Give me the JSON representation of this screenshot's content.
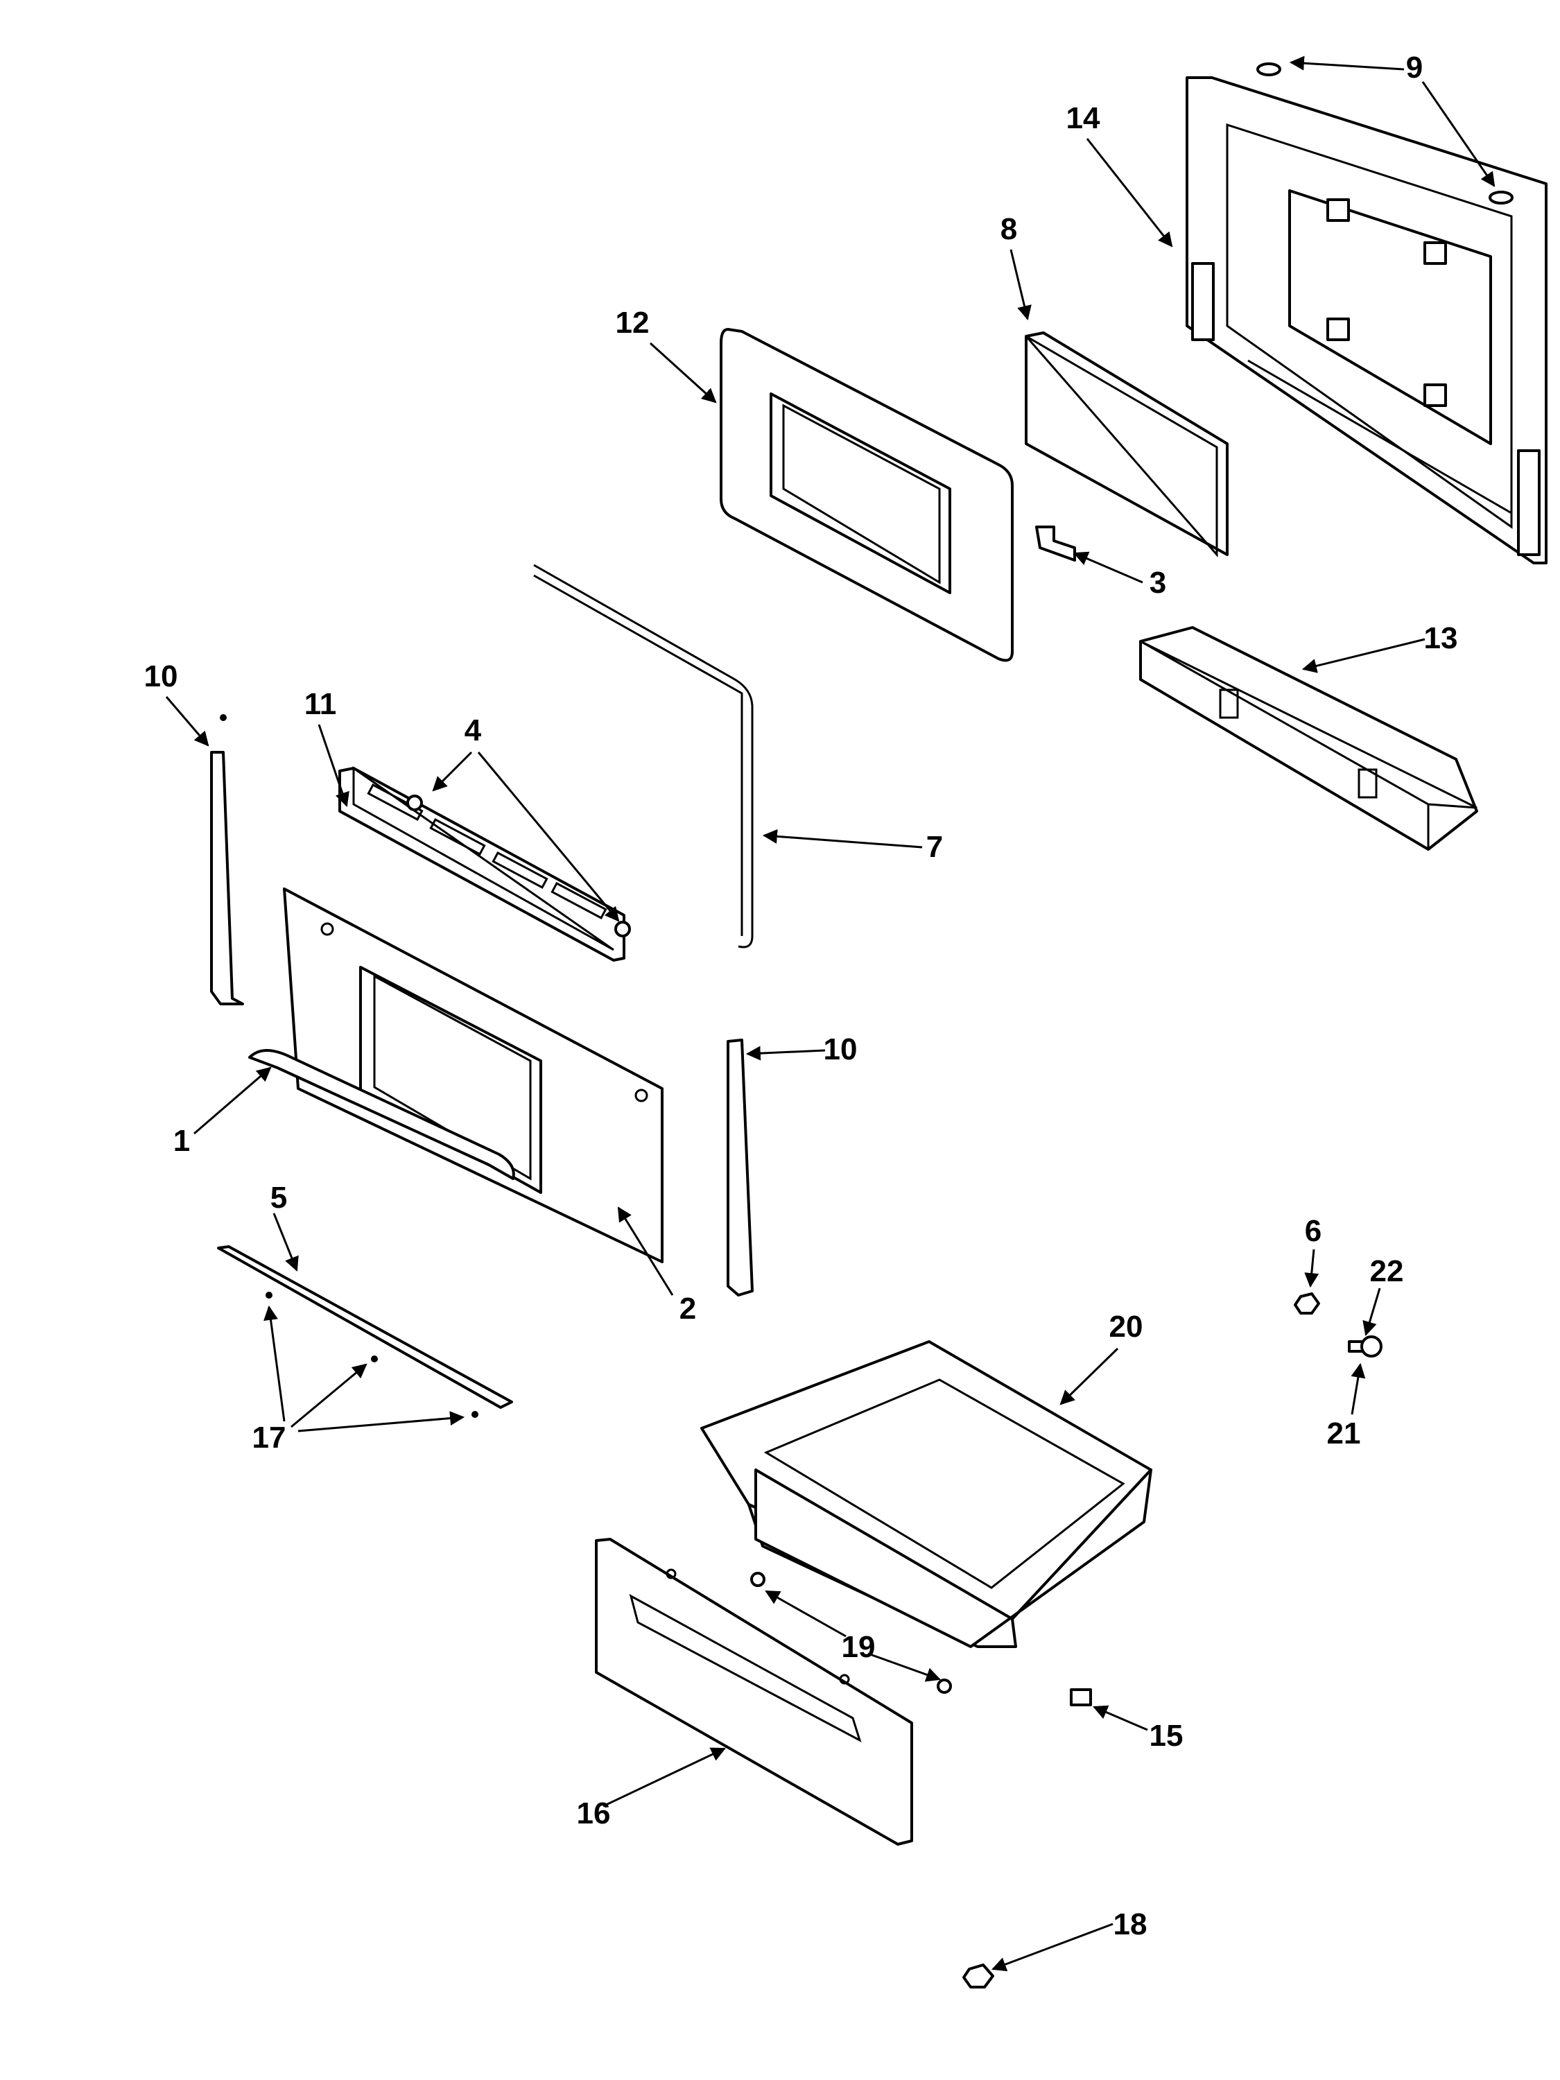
{
  "callouts": {
    "c1": "1",
    "c2": "2",
    "c3": "3",
    "c4": "4",
    "c5": "5",
    "c6": "6",
    "c7": "7",
    "c8": "8",
    "c9": "9",
    "c10a": "10",
    "c10b": "10",
    "c11": "11",
    "c12": "12",
    "c13": "13",
    "c14": "14",
    "c15": "15",
    "c16": "16",
    "c17": "17",
    "c18": "18",
    "c19": "19",
    "c20": "20",
    "c21": "21",
    "c22": "22"
  },
  "colors": {
    "line": "#000000",
    "background": "#ffffff"
  }
}
